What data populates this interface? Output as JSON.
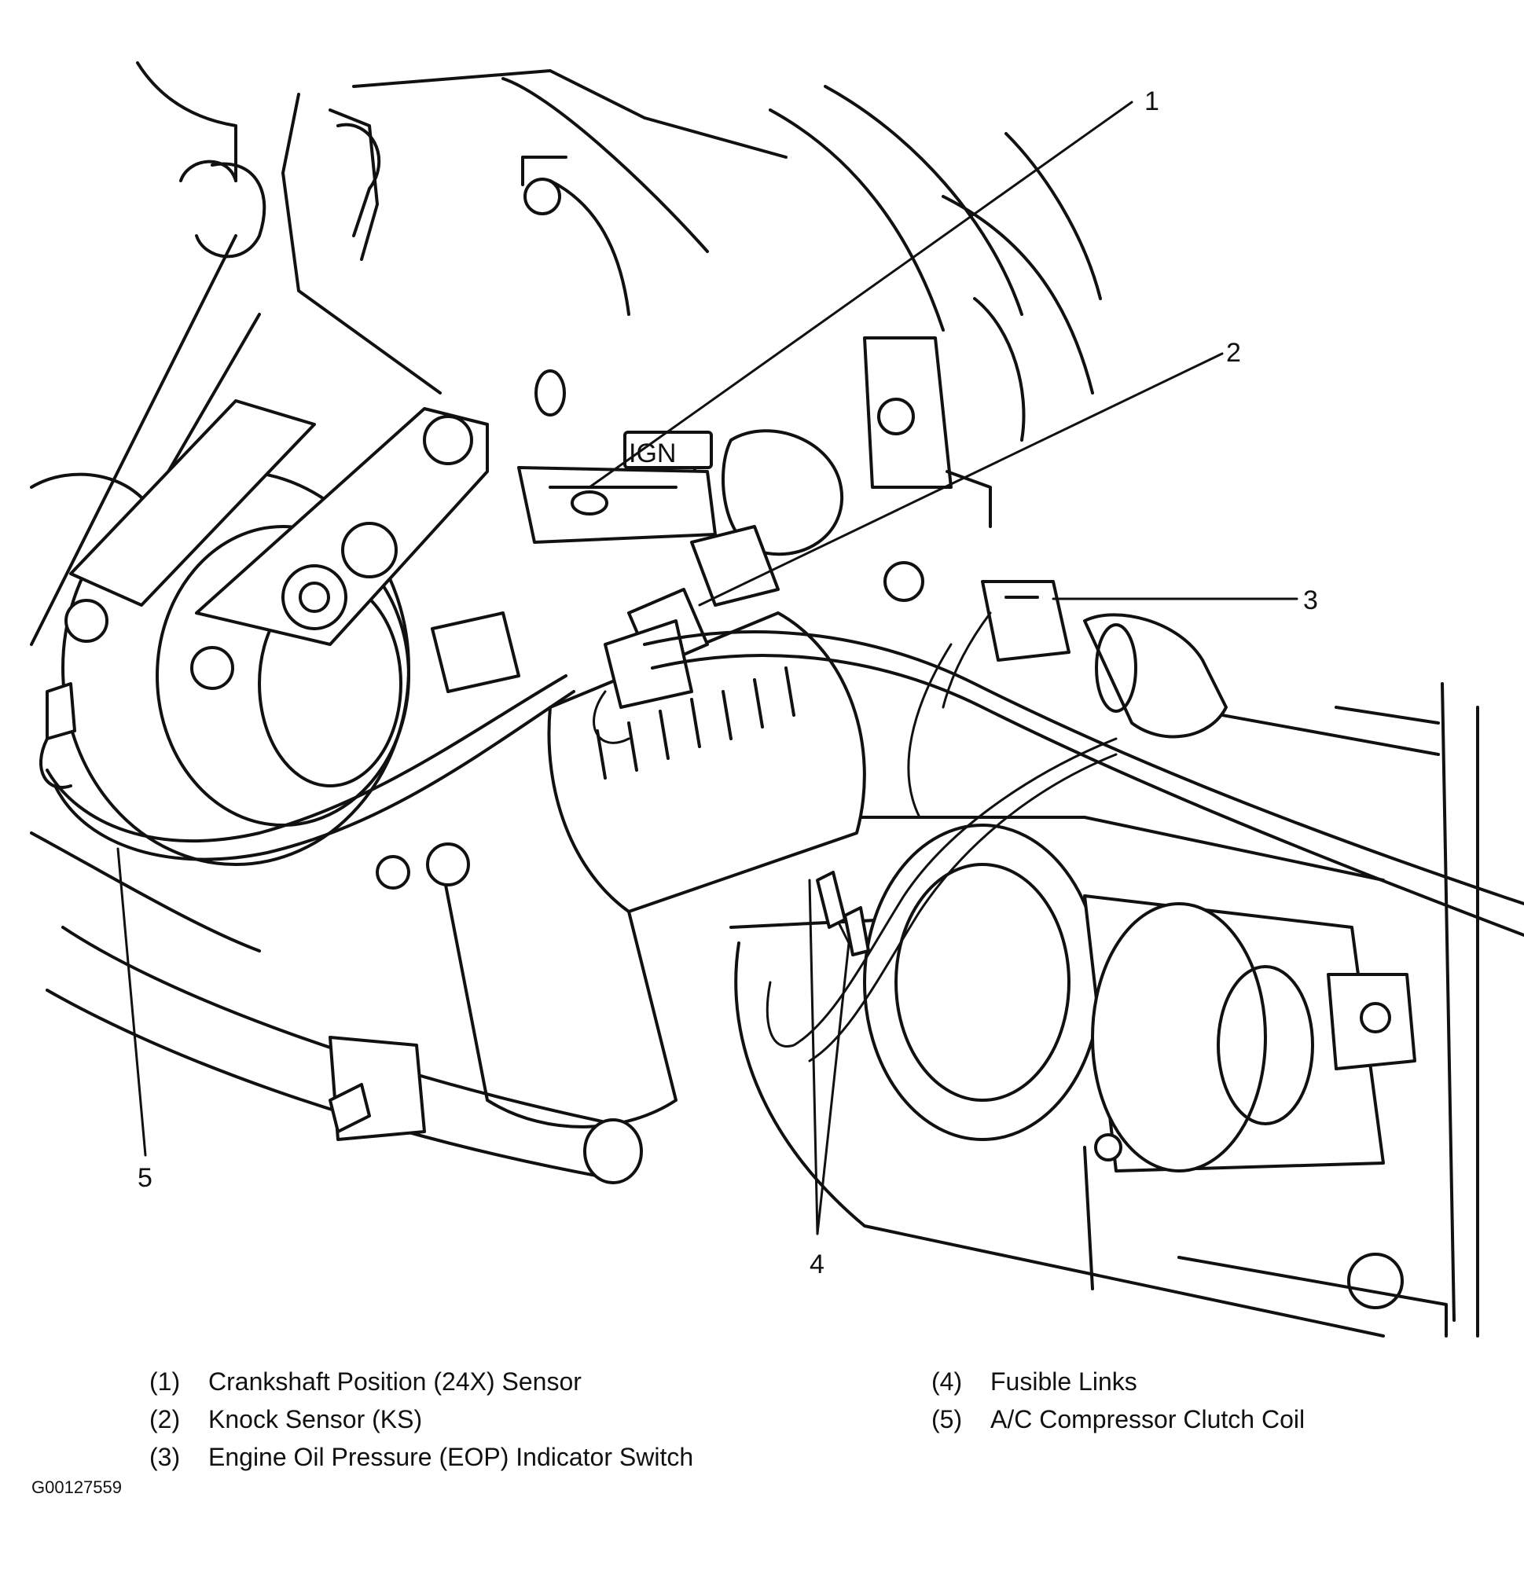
{
  "callouts": [
    {
      "number": "1",
      "label": "Crankshaft Position (24X) Sensor"
    },
    {
      "number": "2",
      "label": "Knock Sensor (KS)"
    },
    {
      "number": "3",
      "label": "Engine Oil Pressure (EOP) Indicator Switch"
    },
    {
      "number": "4",
      "label": "Fusible Links"
    },
    {
      "number": "5",
      "label": "A/C Compressor Clutch Coil"
    }
  ],
  "legend": {
    "left": [
      {
        "num": "(1)",
        "text": "Crankshaft Position (24X) Sensor"
      },
      {
        "num": "(2)",
        "text": "Knock Sensor (KS)"
      },
      {
        "num": "(3)",
        "text": "Engine Oil Pressure (EOP) Indicator Switch"
      }
    ],
    "right": [
      {
        "num": "(4)",
        "text": "Fusible Links"
      },
      {
        "num": "(5)",
        "text": "A/C Compressor Clutch Coil"
      }
    ]
  },
  "part_marking": "IGN",
  "figure_id": "G00127559"
}
